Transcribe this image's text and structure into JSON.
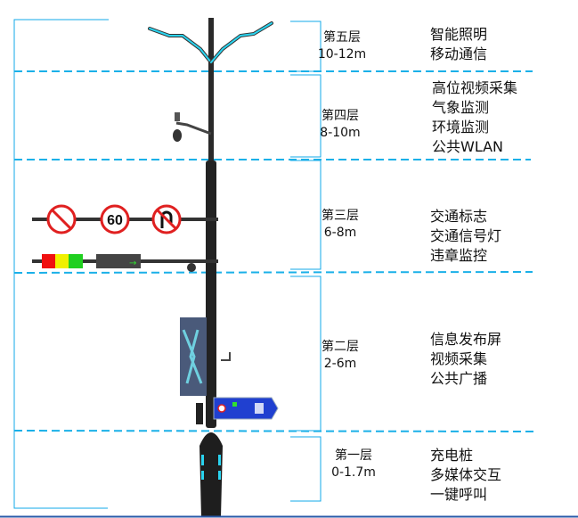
{
  "layers": [
    {
      "name": "第五层",
      "height": "10-12m",
      "features": [
        "智能照明",
        "移动通信"
      ]
    },
    {
      "name": "第四层",
      "height": "8-10m",
      "features": [
        "高位视频采集",
        "气象监测",
        "环境监测",
        "公共WLAN"
      ]
    },
    {
      "name": "第三层",
      "height": "6-8m",
      "features": [
        "交通标志",
        "交通信号灯",
        "违章监控"
      ]
    },
    {
      "name": "第二层",
      "height": "2-6m",
      "features": [
        "信息发布屏",
        "视频采集",
        "公共广播"
      ]
    },
    {
      "name": "第一层",
      "height": "0-1.7m",
      "features": [
        "充电桩",
        "多媒体交互",
        "一键呼叫"
      ]
    }
  ],
  "signs": {
    "speed_limit": "60"
  },
  "colors": {
    "divider": "#1ab0e8",
    "bracket": "#10a8e8",
    "pole": "#222222",
    "accent": "#2ad4f0",
    "bottom_line": "#2a5aa8"
  }
}
